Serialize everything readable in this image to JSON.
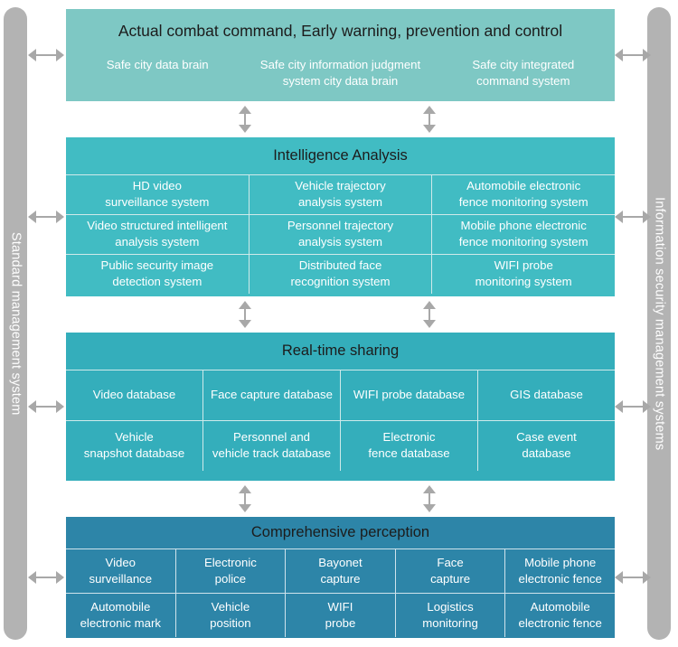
{
  "rails": {
    "left": {
      "label": "Standard management system"
    },
    "right": {
      "label": "Information security management systems"
    }
  },
  "arrows": {
    "horizontal_icon": "double-headed-horizontal-arrow",
    "vertical_icon": "double-headed-vertical-arrow"
  },
  "sections": {
    "command": {
      "title": "Actual combat command, Early warning, prevention and control",
      "items": [
        "Safe city data brain",
        "Safe city information judgment\nsystem city data brain",
        "Safe city integrated\ncommand system"
      ]
    },
    "intelligence": {
      "title": "Intelligence Analysis",
      "rows": [
        [
          "HD video\nsurveillance system",
          "Vehicle trajectory\nanalysis system",
          "Automobile electronic\nfence monitoring system"
        ],
        [
          "Video structured intelligent\nanalysis system",
          "Personnel trajectory\nanalysis system",
          "Mobile phone electronic\nfence monitoring system"
        ],
        [
          "Public security image\ndetection system",
          "Distributed face\nrecognition system",
          "WIFI probe\nmonitoring system"
        ]
      ]
    },
    "sharing": {
      "title": "Real-time sharing",
      "rows": [
        [
          "Video database",
          "Face capture database",
          "WIFI probe database",
          "GIS database"
        ],
        [
          "Vehicle\nsnapshot database",
          "Personnel and\nvehicle track database",
          "Electronic\nfence database",
          "Case event\ndatabase"
        ]
      ]
    },
    "perception": {
      "title": "Comprehensive perception",
      "rows": [
        [
          "Video\nsurveillance",
          "Electronic\npolice",
          "Bayonet\ncapture",
          "Face\ncapture",
          "Mobile phone\nelectronic fence"
        ],
        [
          "Automobile\nelectronic mark",
          "Vehicle\nposition",
          "WIFI\nprobe",
          "Logistics\nmonitoring",
          "Automobile\nelectronic fence"
        ]
      ]
    }
  },
  "colors": {
    "command": "#7ec8c4",
    "intelligence": "#41bcc3",
    "sharing": "#34aebb",
    "perception": "#2d85a8",
    "rail": "#b3b3b3",
    "arrow": "#a8a8a8"
  }
}
